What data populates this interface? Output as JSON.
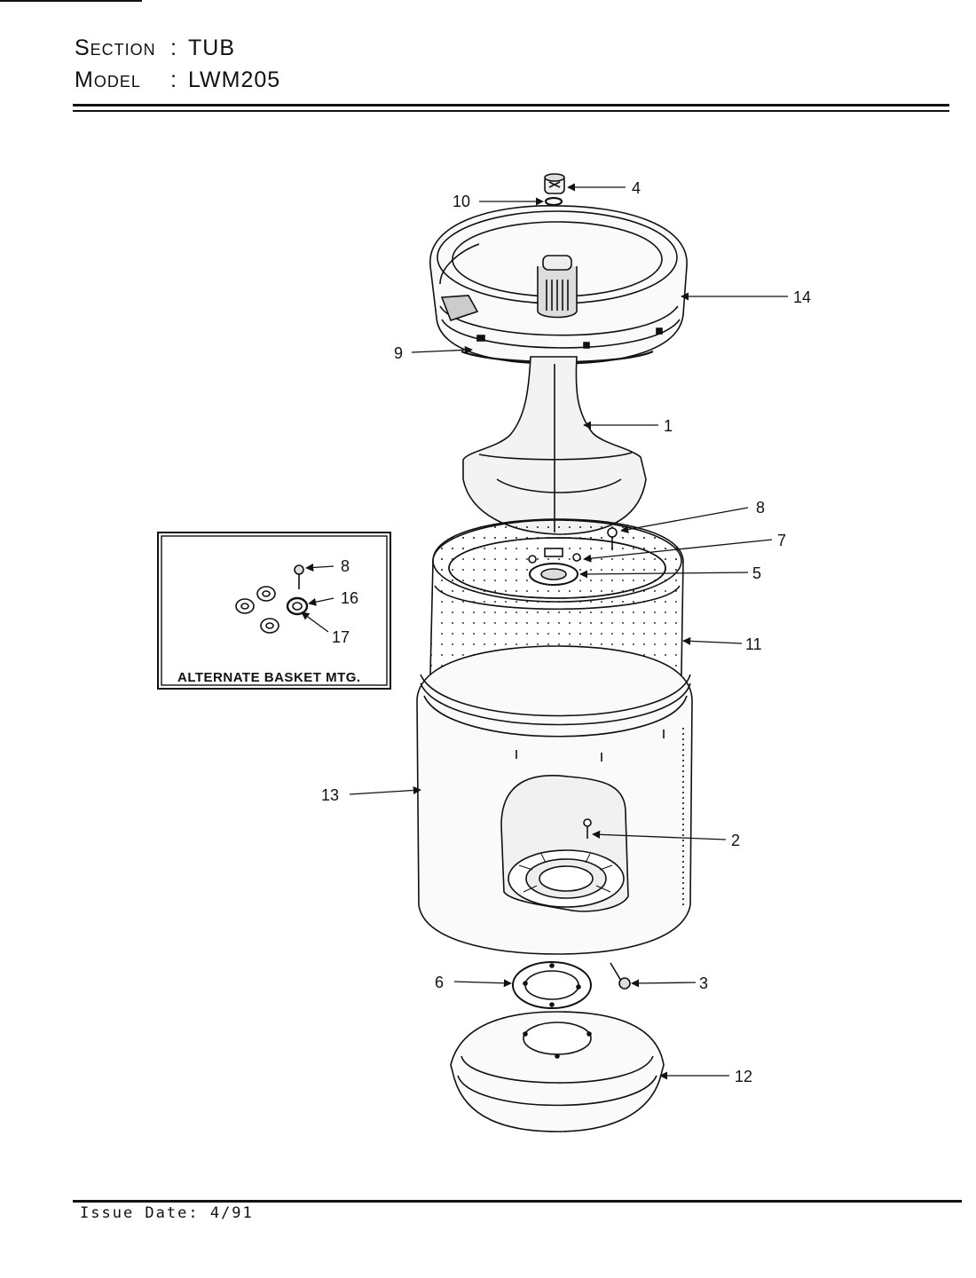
{
  "header": {
    "section_label": "Section",
    "section_value": "TUB",
    "model_label": "Model",
    "model_value": "LWM205",
    "separator": ":"
  },
  "footer": {
    "issue_date": "Issue Date: 4/91"
  },
  "inset": {
    "title": "ALTERNATE BASKET MTG."
  },
  "callouts": {
    "c1": "1",
    "c2": "2",
    "c3": "3",
    "c4": "4",
    "c5": "5",
    "c6": "6",
    "c7": "7",
    "c8": "8",
    "c9": "9",
    "c10": "10",
    "c11": "11",
    "c12": "12",
    "c13": "13",
    "c14": "14",
    "c8b": "8",
    "c16": "16",
    "c17": "17"
  }
}
